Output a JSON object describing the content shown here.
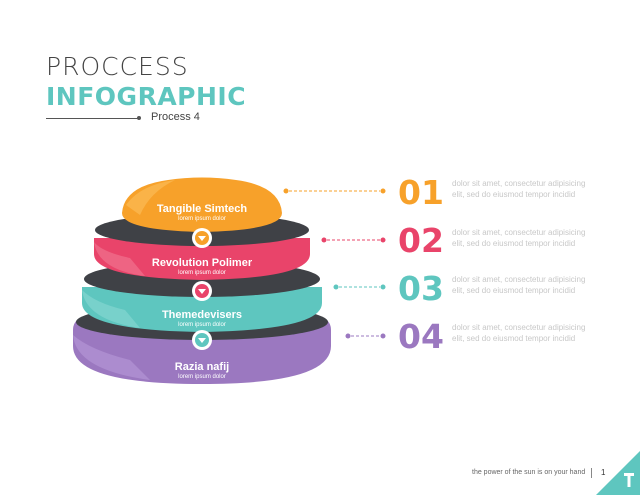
{
  "header": {
    "title_line1": "PROCCESS",
    "title_line2": "INFOGRAPHIC",
    "subtitle": "Process 4"
  },
  "layers": [
    {
      "title": "Tangible Simtech",
      "subtitle": "lorem ipsum dolor",
      "number": "01",
      "description": "dolor sit amet, consectetur adipisicing elit, sed do eiusmod tempor incidid",
      "color": "#f7a12a"
    },
    {
      "title": "Revolution Polimer",
      "subtitle": "lorem ipsum dolor",
      "number": "02",
      "description": "dolor sit amet, consectetur adipisicing elit, sed do eiusmod tempor incidid",
      "color": "#e9446a"
    },
    {
      "title": "Themedevisers",
      "subtitle": "lorem ipsum dolor",
      "number": "03",
      "description": "dolor sit amet, consectetur adipisicing elit, sed do eiusmod tempor incidid",
      "color": "#5ec6bf"
    },
    {
      "title": "Razia nafij",
      "subtitle": "lorem ipsum dolor",
      "number": "04",
      "description": "dolor sit amet, consectetur adipisicing elit, sed do eiusmod tempor incidid",
      "color": "#9b78c0"
    }
  ],
  "colors": {
    "dark_band": "#3f4146",
    "arrow_circle": "#ffffff"
  },
  "icons": {
    "arrow": "chevron-down-icon",
    "logo": "brand-logo-icon"
  },
  "footer": {
    "tagline": "the power of the sun is on your hand",
    "page_number": "1"
  }
}
